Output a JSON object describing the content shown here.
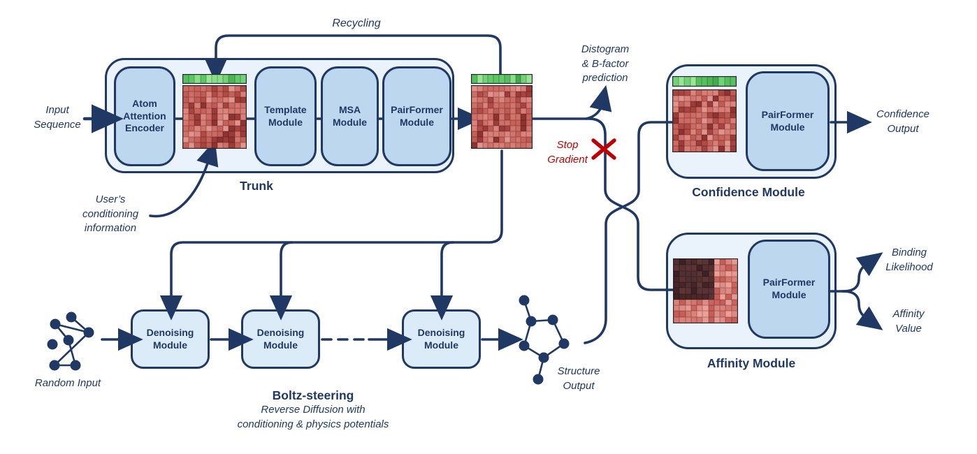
{
  "colors": {
    "navy": "#1f3864",
    "red": "#c00000",
    "module_fill": "#bdd7ee",
    "denoise_fill": "#dcebf8",
    "container_fill": "#eaf2fb"
  },
  "annotations": {
    "input_sequence": "Input\nSequence",
    "recycling": "Recycling",
    "user_conditioning": "User’s\nconditioning\ninformation",
    "distogram": "Distogram\n& B-factor\nprediction",
    "stop_gradient": "Stop\nGradient",
    "random_input": "Random Input",
    "structure_output": "Structure\nOutput",
    "confidence_output": "Confidence\nOutput",
    "binding_likelihood": "Binding\nLikelihood",
    "affinity_value": "Affinity\nValue"
  },
  "trunk": {
    "label": "Trunk",
    "atom_encoder": "Atom\nAttention\nEncoder",
    "template_module": "Template\nModule",
    "msa_module": "MSA\nModule",
    "pairformer_module": "PairFormer\nModule"
  },
  "confidence_module": {
    "label": "Confidence Module",
    "pairformer_module": "PairFormer\nModule"
  },
  "affinity_module": {
    "label": "Affinity Module",
    "pairformer_module": "PairFormer\nModule"
  },
  "diffusion": {
    "denoising_1": "Denoising\nModule",
    "denoising_2": "Denoising\nModule",
    "denoising_3": "Denoising\nModule",
    "title": "Boltz-steering",
    "subtitle": "Reverse Diffusion with\nconditioning & physics potentials"
  },
  "heatmaps": {
    "red_palette": [
      "#cf6a63",
      "#d4756d",
      "#c05a54",
      "#b24a46",
      "#dd837b",
      "#a84440",
      "#c9625b",
      "#e2938b",
      "#9c3b38",
      "#d06f68",
      "#8e3330",
      "#d97d75",
      "#c66058"
    ],
    "green_palette": [
      "#5cc763",
      "#72d277",
      "#4cb654",
      "#8adf8b",
      "#63cb6a",
      "#56c05e",
      "#97e595",
      "#44aa4e"
    ],
    "affinity_dark": [
      "#4c282a",
      "#553030",
      "#432325",
      "#5e3634",
      "#523032",
      "#3e2123",
      "#5a3336",
      "#472628"
    ],
    "affinity_light": [
      "#e08b84",
      "#d6766f",
      "#e89a92",
      "#cb645e",
      "#ef9e96",
      "#c75d57",
      "#db827b"
    ],
    "grids": {
      "trunk_in": {
        "cols": 11,
        "rows": 11,
        "seed": 7,
        "type": "red"
      },
      "trunk_out": {
        "cols": 11,
        "rows": 11,
        "seed": 13,
        "type": "red"
      },
      "confidence": {
        "cols": 11,
        "rows": 11,
        "seed": 21,
        "type": "red"
      },
      "affinity": {
        "cols": 11,
        "rows": 11,
        "seed": 33,
        "type": "affinity",
        "dark_cols": 7,
        "dark_rows": 7
      },
      "bar_in": {
        "cols": 11,
        "rows": 1,
        "seed": 3,
        "type": "green"
      },
      "bar_out": {
        "cols": 11,
        "rows": 1,
        "seed": 5,
        "type": "green"
      },
      "bar_conf": {
        "cols": 11,
        "rows": 1,
        "seed": 9,
        "type": "green"
      }
    }
  }
}
